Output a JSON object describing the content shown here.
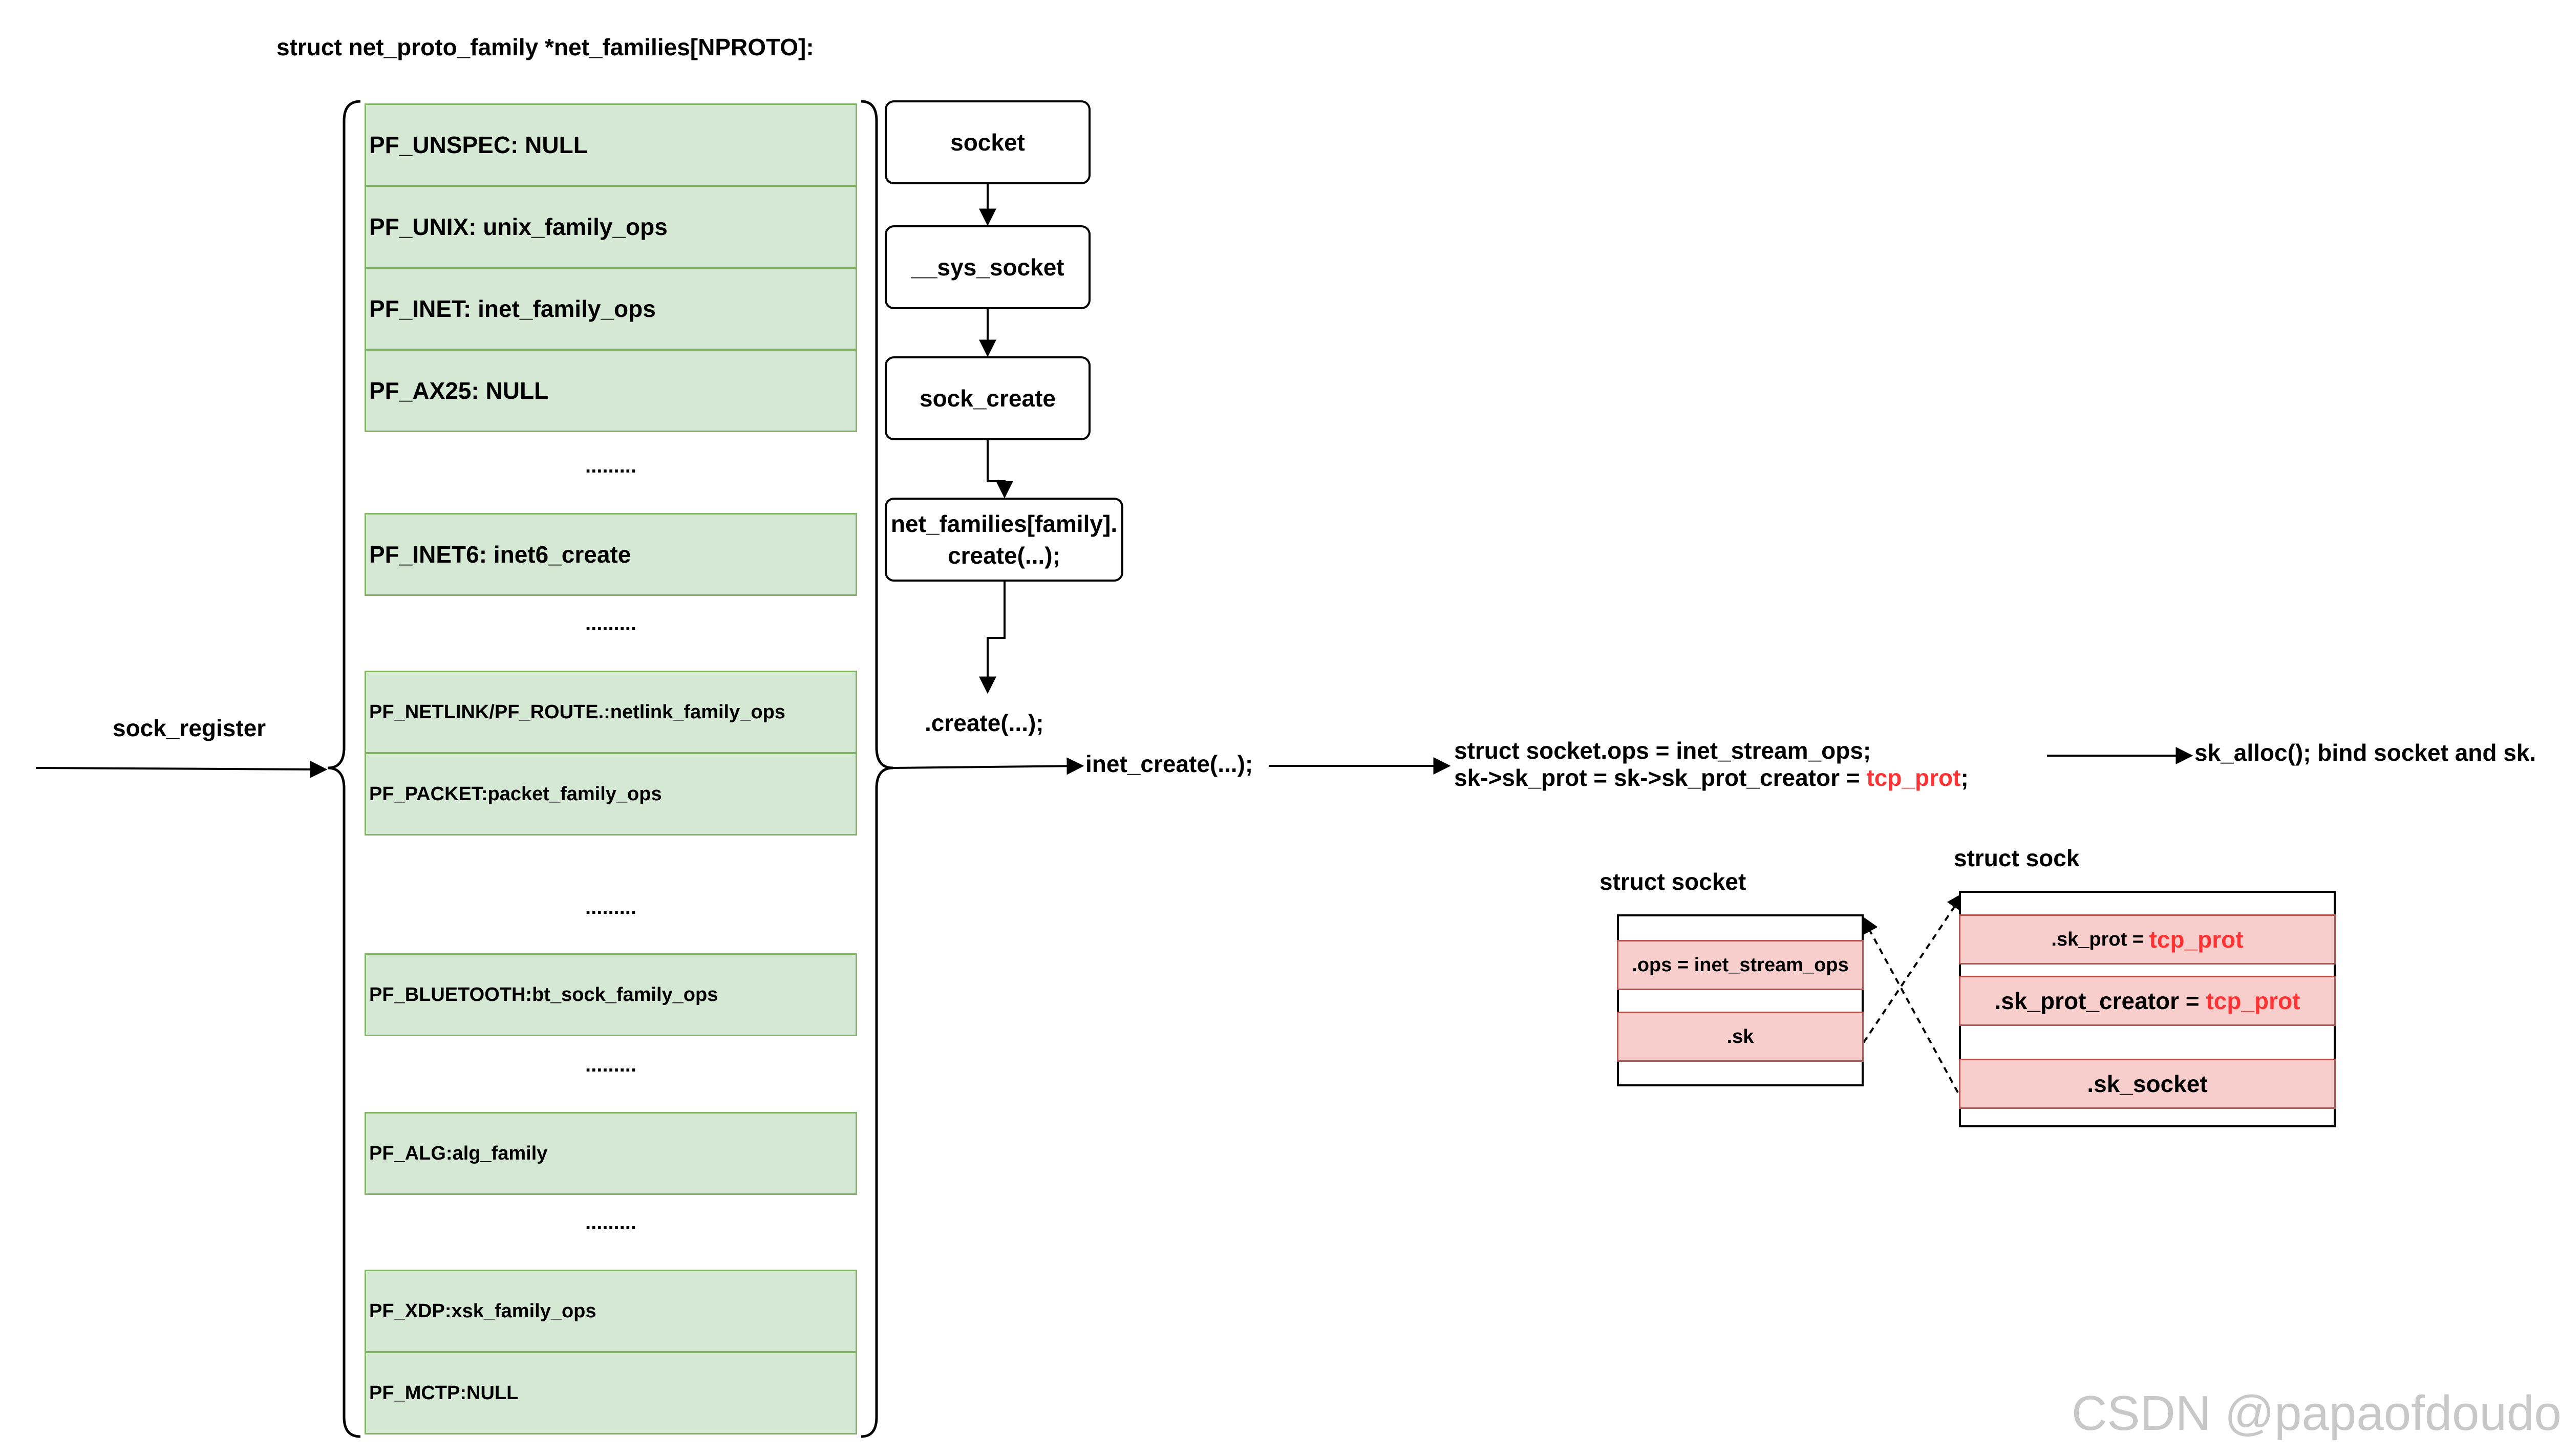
{
  "title": "struct net_proto_family  *net_families[NPROTO]:",
  "register_label": "sock_register",
  "families": [
    {
      "label": "PF_UNSPEC: NULL"
    },
    {
      "label": "PF_UNIX: unix_family_ops"
    },
    {
      "label": "PF_INET: inet_family_ops"
    },
    {
      "label": "PF_AX25: NULL"
    },
    {
      "label": "PF_INET6: inet6_create"
    },
    {
      "label": "PF_NETLINK/PF_ROUTE.:netlink_family_ops"
    },
    {
      "label": "PF_PACKET:packet_family_ops"
    },
    {
      "label": "PF_BLUETOOTH:bt_sock_family_ops"
    },
    {
      "label": "PF_ALG:alg_family"
    },
    {
      "label": "PF_XDP:xsk_family_ops"
    },
    {
      "label": "PF_MCTP:NULL"
    }
  ],
  "ellipsis": ".........",
  "flow": {
    "socket": "socket",
    "sys_socket": "__sys_socket",
    "sock_create": "sock_create",
    "net_families_line1": "net_families[family].",
    "net_families_line2": "create(...);",
    "create_call": ".create(...);",
    "inet_create": "inet_create(...);",
    "ops_line1": "struct socket.ops = inet_stream_ops;",
    "ops_line2_prefix": "sk->sk_prot = sk->sk_prot_creator = ",
    "ops_line2_value": "tcp_prot",
    "ops_line2_suffix": ";",
    "sk_alloc": "sk_alloc(); bind socket and sk."
  },
  "struct_socket": {
    "title": "struct socket",
    "ops": ".ops = inet_stream_ops",
    "sk": ".sk"
  },
  "struct_sock": {
    "title": "struct sock",
    "sk_prot_key": ".sk_prot = ",
    "sk_prot_val": "tcp_prot",
    "sk_prot_creator_key": ".sk_prot_creator = ",
    "sk_prot_creator_val": "tcp_prot",
    "sk_socket": ".sk_socket"
  },
  "watermark": "CSDN @papaofdoudou",
  "colors": {
    "row_fill": "#d5e8d4",
    "row_border": "#82b366",
    "pink_fill": "#f8cecc",
    "pink_border": "#b85450",
    "highlight": "#ff3333"
  }
}
